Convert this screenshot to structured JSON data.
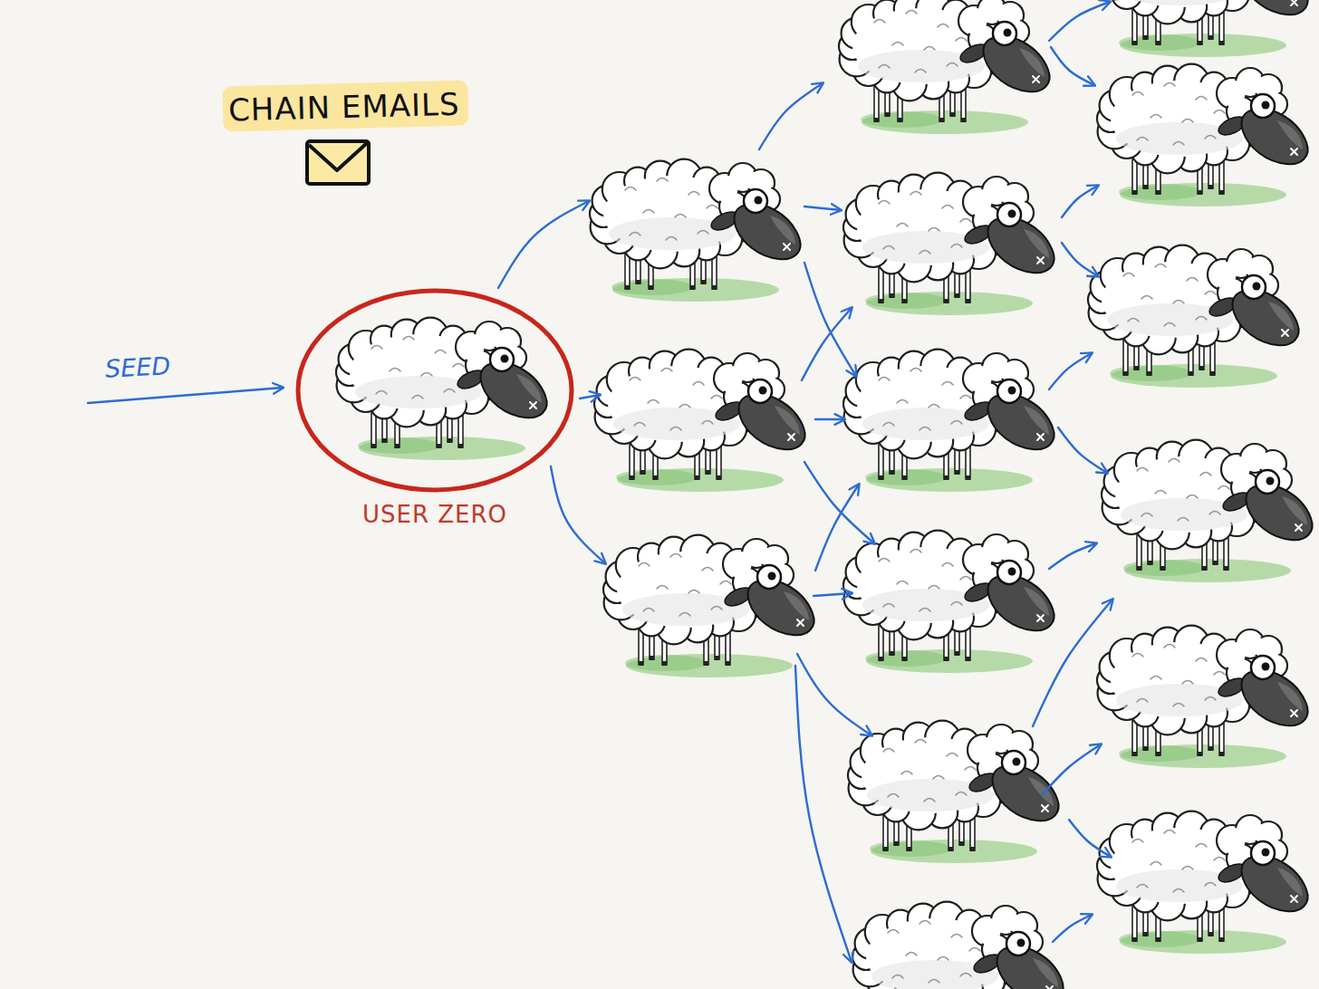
{
  "diagram": {
    "title": "CHAIN EMAILS",
    "nodes": [
      {
        "text": [
          "USER ZERO"
        ]
      }
    ],
    "labels": [
      "SEED"
    ]
  }
}
